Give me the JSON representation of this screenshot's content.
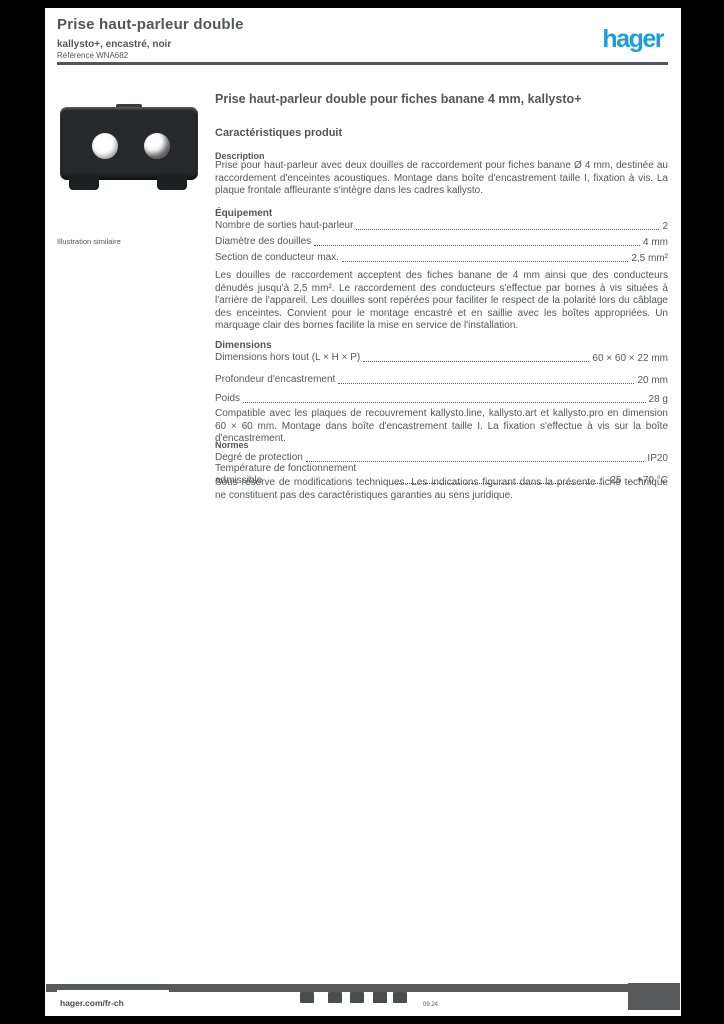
{
  "colors": {
    "canvas_bg": "#000000",
    "page_bg": "#ffffff",
    "text_gray": "#56575b",
    "rule_gray": "#55565b",
    "brand_blue": "#1b9dd9"
  },
  "brand": {
    "logo_text": "hager"
  },
  "header": {
    "line1": "Prise haut-parleur double",
    "line2": "kallysto+, encastré, noir",
    "line3": "Référence WNA682"
  },
  "product": {
    "title": "Prise haut-parleur double pour fiches banane 4 mm, kallysto+",
    "image_caption": "Illustration similaire"
  },
  "content": {
    "subtitle": "Caractéristiques produit",
    "desc_heading": "Description",
    "desc_text": "Prise pour haut-parleur avec deux douilles de raccordement pour fiches banane Ø 4 mm, destinée au raccordement d'enceintes acoustiques. Montage dans boîte d'encastrement taille I, fixation à vis. La plaque frontale affleurante s'intègre dans les cadres kallysto.",
    "equip_heading": "Équipement",
    "equip_rows": [
      {
        "label": "Nombre de sorties haut-parleur",
        "value": "2"
      },
      {
        "label": "Diamètre des douilles",
        "value": "4 mm"
      },
      {
        "label": "Section de conducteur max.",
        "value": "2,5 mm²"
      }
    ],
    "equip_text": "Les douilles de raccordement acceptent des fiches banane de 4 mm ainsi que des conducteurs dénudés jusqu'à 2,5 mm². Le raccordement des conducteurs s'effectue par bornes à vis situées à l'arrière de l'appareil. Les douilles sont repérées pour faciliter le respect de la polarité lors du câblage des enceintes. Convient pour le montage encastré et en saillie avec les boîtes appropriées. Un marquage clair des bornes facilite la mise en service de l'installation.",
    "dim_heading": "Dimensions",
    "dim_rows": [
      {
        "label": "Dimensions hors tout (L × H × P)",
        "value": "60 × 60 × 22 mm"
      },
      {
        "label": "Profondeur d'encastrement",
        "value": "20 mm"
      },
      {
        "label": "Poids",
        "value": "28 g"
      }
    ],
    "dim_text": "Compatible avec les plaques de recouvrement kallysto.line, kallysto.art et kallysto.pro en dimension 60 × 60 mm. Montage dans boîte d'encastrement taille I. La fixation s'effectue à vis sur la boîte d'encastrement.",
    "norm_heading": "Normes",
    "norm_rows": [
      {
        "label": "Degré de protection",
        "value": "IP20"
      },
      {
        "label": "Température de fonctionnement admissible",
        "value": "-25 … +70 °C"
      }
    ],
    "legal_text": "Sous réserve de modifications techniques. Les indications figurant dans la présente fiche technique ne constituent pas des caractéristiques garanties au sens juridique."
  },
  "footer": {
    "website": "hager.com/fr-ch",
    "date": "09.24",
    "icons": [
      "facebook-icon",
      "x-icon",
      "youtube-icon",
      "linkedin-icon",
      "instagram-icon"
    ]
  }
}
